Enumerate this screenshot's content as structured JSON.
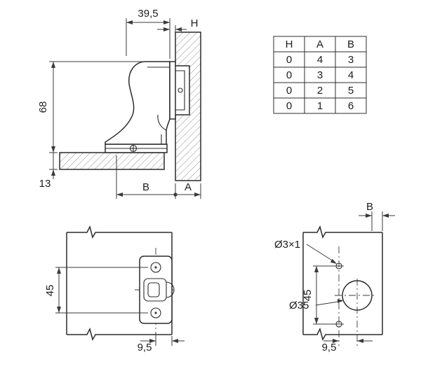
{
  "colors": {
    "line": "#2b2b2b",
    "dim_line": "#3a3a3a",
    "hatch": "#909090",
    "background": "#ffffff"
  },
  "side_view": {
    "arm_length": "39,5",
    "h": "H",
    "height": "68",
    "thickness": "13",
    "b": "B",
    "a": "A"
  },
  "table": {
    "headers": [
      "H",
      "A",
      "B"
    ],
    "rows": [
      [
        "0",
        "4",
        "3"
      ],
      [
        "0",
        "3",
        "4"
      ],
      [
        "0",
        "2",
        "5"
      ],
      [
        "0",
        "1",
        "6"
      ]
    ]
  },
  "plate_view": {
    "hole_spacing": "45",
    "edge_offset": "9,5"
  },
  "drill_view": {
    "b": "B",
    "pilot_hole": "Ø3×1",
    "hole_spacing": "45",
    "cup_hole": "Ø35",
    "edge_offset": "9,5"
  }
}
